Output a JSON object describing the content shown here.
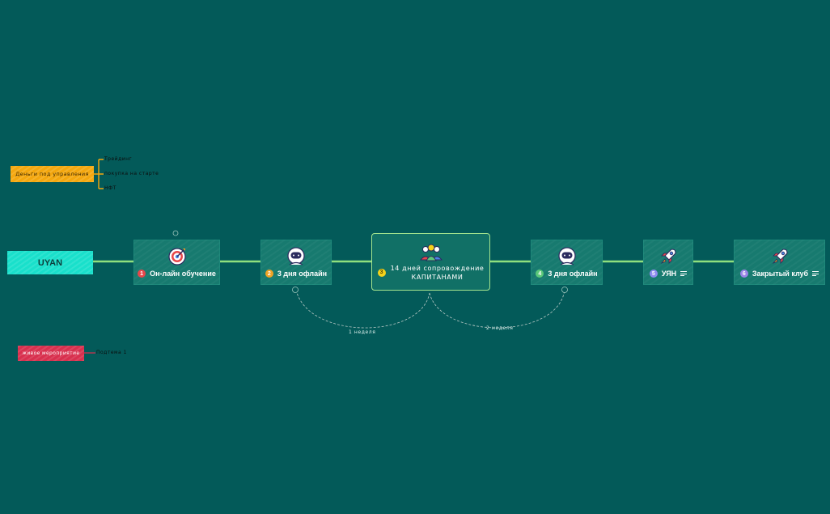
{
  "root": {
    "label": "UYAN"
  },
  "steps": [
    {
      "number": "1",
      "label": "Он-лайн обучение",
      "color": "#E7474B"
    },
    {
      "number": "2",
      "label": "3 дня офлайн",
      "color": "#F0A324"
    },
    {
      "number": "3",
      "line1": "14 дней сопровождение",
      "line2": "КАПИТАНАМИ",
      "color": "#F4D21B"
    },
    {
      "number": "4",
      "label": "3 дня офлайн",
      "color": "#5BC87A"
    },
    {
      "number": "5",
      "label": "УЯН",
      "color": "#8E8CF0"
    },
    {
      "number": "6",
      "label": "Закрытый клуб",
      "color": "#9A84E8"
    }
  ],
  "money": {
    "label": "Деньги под управления",
    "children": [
      "Трейдинг",
      "покупка на старте",
      "НФТ"
    ]
  },
  "live": {
    "label": "живое мероприятие",
    "child": "Подтема 1"
  },
  "relationships": {
    "first": "1 неделя",
    "second": "2 неделя"
  },
  "colors": {
    "background": "#035A59",
    "node": "#177A6F",
    "root": "#19E0CB",
    "money": "#F4A70E",
    "live": "#D8304E",
    "connector": "#8FE07E"
  }
}
